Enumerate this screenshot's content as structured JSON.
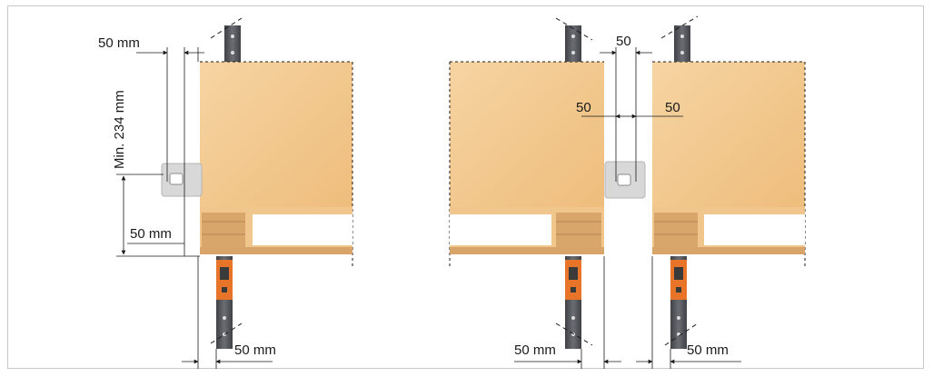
{
  "labels": {
    "left_top_gap": "50 mm",
    "left_min_height": "Min. 234 mm",
    "left_side_gap": "50 mm",
    "left_bottom_gap": "50 mm",
    "right_top_gap": "50",
    "right_inner_left": "50",
    "right_inner_right": "50",
    "right_bottom_left": "50 mm",
    "right_bottom_right": "50 mm"
  },
  "colors": {
    "wood_face": "#f3cb92",
    "wood_face_dark": "#ecbd7f",
    "pallet_block": "#d8a56b",
    "rail": "#55575c",
    "sensor_orange": "#e8742a",
    "bracket": "#d8d8d8",
    "dimension_line": "#1a1a1a"
  }
}
